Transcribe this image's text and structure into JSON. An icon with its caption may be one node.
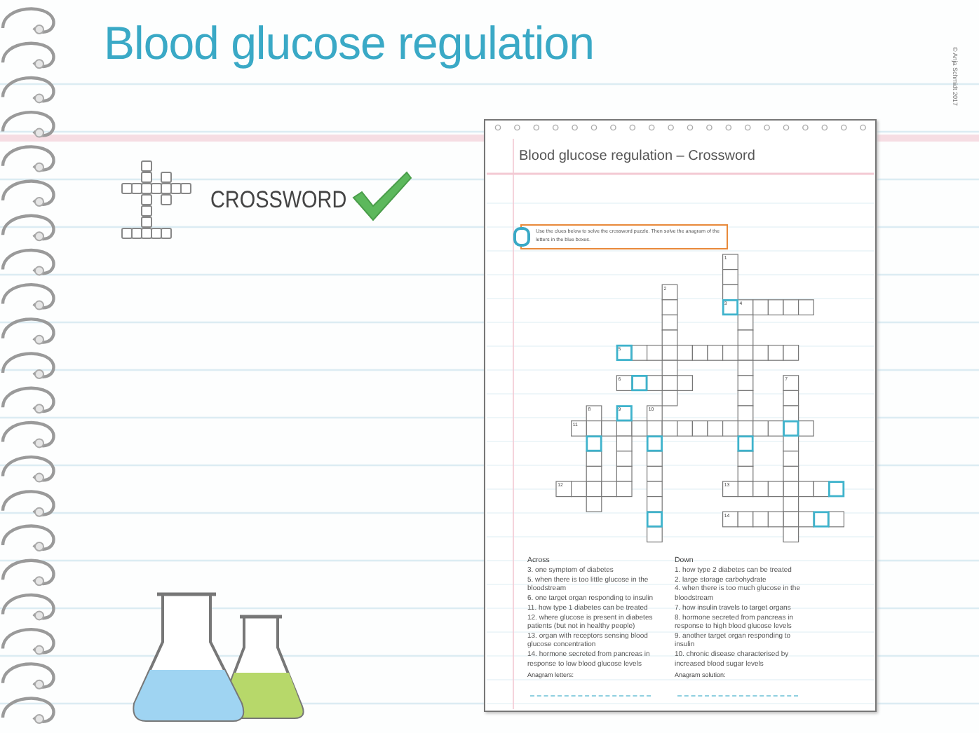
{
  "diagram": {
    "title": "Blood glucose regulation",
    "labels": [
      "© Anja Schmidt 2017",
      "CROSSWORD",
      "Blood glucose regulation – Crossword",
      "Use the clues below to solve the crossword puzzle. Then solve the anagram of the letters in the blue boxes.",
      "1",
      "2",
      "3",
      "4",
      "5",
      "6",
      "7",
      "8",
      "9",
      "10",
      "11",
      "12",
      "13",
      "14",
      "Across",
      "3. one symptom of diabetes",
      "5. when there is too little glucose in the bloodstream",
      "6. one target organ responding to insulin",
      "11. how type 1 diabetes can be treated",
      "12. where glucose is present in diabetes patients (but not in healthy people)",
      "13. organ with receptors sensing blood glucose concentration",
      "14. hormone secreted from pancreas in response to low blood glucose levels",
      "Down",
      "1. how type 2 diabetes can be treated",
      "2. large storage carbohydrate",
      "4. when there is too much glucose in the bloodstream",
      "7. how insulin travels to target organs",
      "8. hormone secreted from pancreas in response to high blood glucose levels",
      "9. another target organ responding to insulin",
      "10. chronic disease characterised by increased blood sugar levels",
      "Anagram letters:",
      "Anagram solution:"
    ]
  }
}
